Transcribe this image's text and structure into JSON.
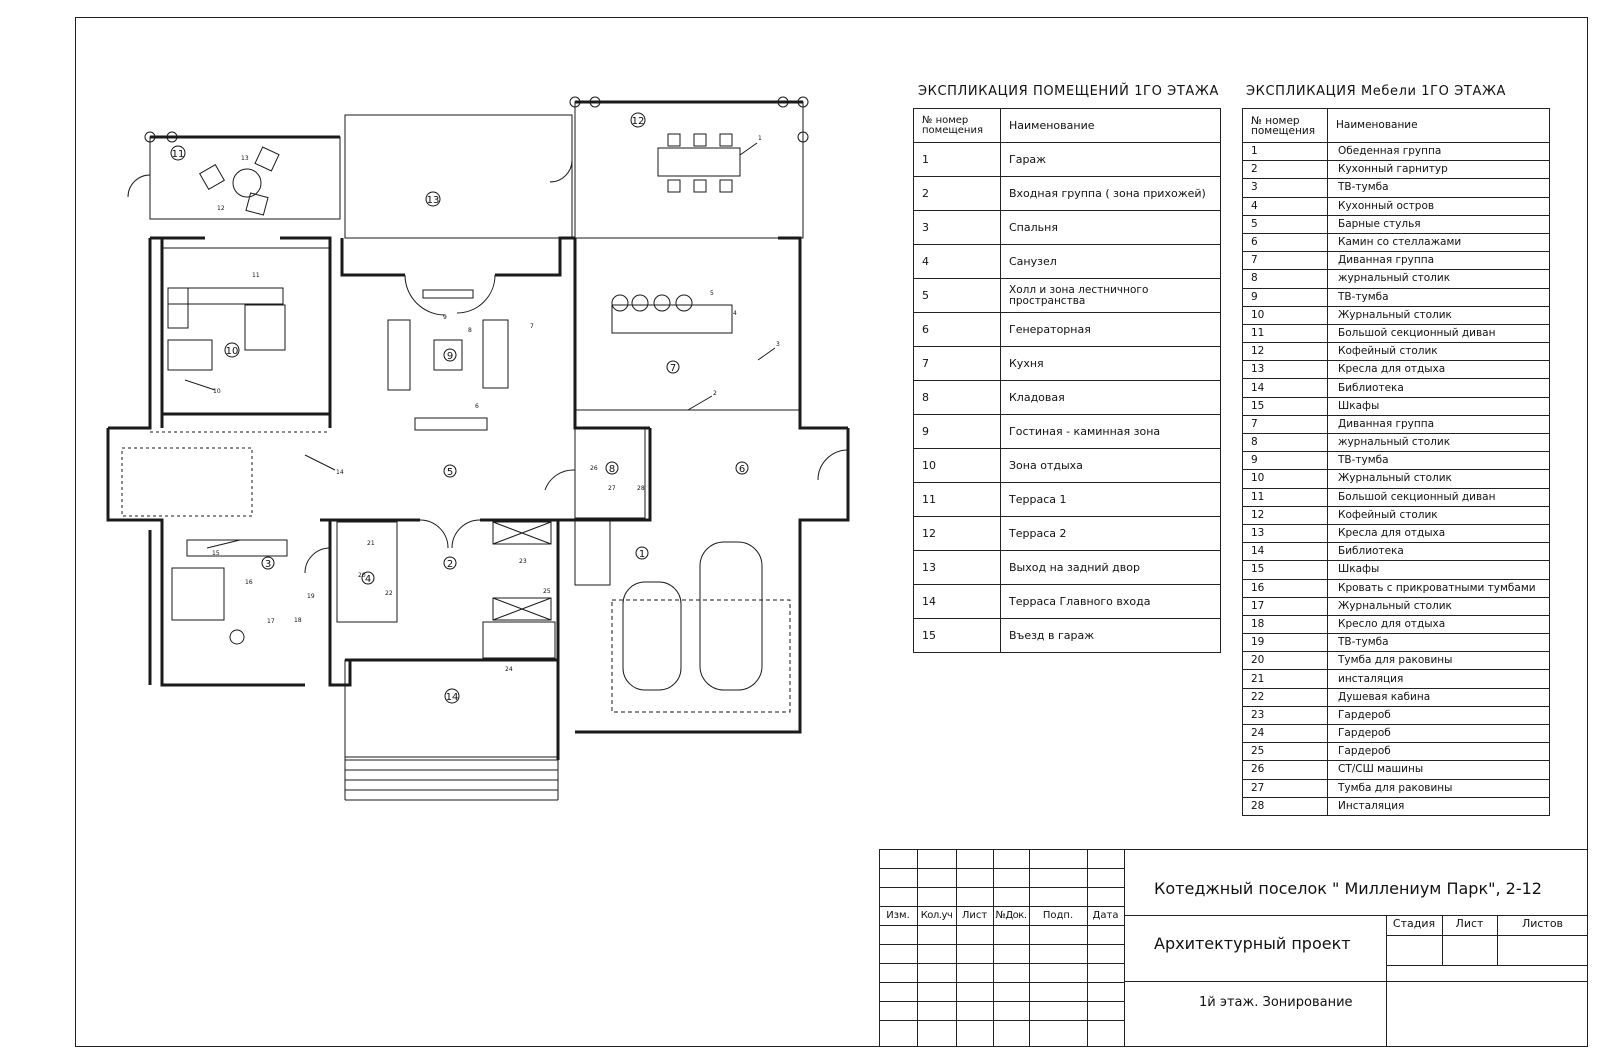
{
  "rooms_title": "ЭКСПЛИКАЦИЯ ПОМЕЩЕНИЙ 1ГО ЭТАЖА",
  "furniture_title": "ЭКСПЛИКАЦИЯ Мебели 1ГО ЭТАЖА",
  "rooms_header": {
    "number": "№ номер помещения",
    "name": "Наименование"
  },
  "rooms": [
    {
      "n": "1",
      "name": "Гараж"
    },
    {
      "n": "2",
      "name": "Входная группа ( зона прихожей)"
    },
    {
      "n": "3",
      "name": "Спальня"
    },
    {
      "n": "4",
      "name": "Санузел"
    },
    {
      "n": "5",
      "name": "Холл и зона лестничного пространства"
    },
    {
      "n": "6",
      "name": "Генераторная"
    },
    {
      "n": "7",
      "name": "Кухня"
    },
    {
      "n": "8",
      "name": "Кладовая"
    },
    {
      "n": "9",
      "name": "Гостиная - каминная зона"
    },
    {
      "n": "10",
      "name": "Зона отдыха"
    },
    {
      "n": "11",
      "name": "Терраса 1"
    },
    {
      "n": "12",
      "name": "Терраса 2"
    },
    {
      "n": "13",
      "name": "Выход на задний двор"
    },
    {
      "n": "14",
      "name": "Терраса Главного входа"
    },
    {
      "n": "15",
      "name": "Въезд в гараж"
    }
  ],
  "furniture_header": {
    "number": "№ номер помещения",
    "name": "Наименование"
  },
  "furniture": [
    {
      "n": "1",
      "name": "Обеденная группа"
    },
    {
      "n": "2",
      "name": "Кухонный гарнитур"
    },
    {
      "n": "3",
      "name": "ТВ-тумба"
    },
    {
      "n": "4",
      "name": "Кухонный остров"
    },
    {
      "n": "5",
      "name": "Барные стулья"
    },
    {
      "n": "6",
      "name": "Камин со стеллажами"
    },
    {
      "n": "7",
      "name": "Диванная группа"
    },
    {
      "n": "8",
      "name": "журнальный столик"
    },
    {
      "n": "9",
      "name": "ТВ-тумба"
    },
    {
      "n": "10",
      "name": "Журнальный столик"
    },
    {
      "n": "11",
      "name": "Большой секционный диван"
    },
    {
      "n": "12",
      "name": "Кофейный столик"
    },
    {
      "n": "13",
      "name": "Кресла для отдыха"
    },
    {
      "n": "14",
      "name": "Библиотека"
    },
    {
      "n": "15",
      "name": "Шкафы"
    },
    {
      "n": "7",
      "name": "Диванная группа"
    },
    {
      "n": "8",
      "name": "журнальный столик"
    },
    {
      "n": "9",
      "name": "ТВ-тумба"
    },
    {
      "n": "10",
      "name": "Журнальный столик"
    },
    {
      "n": "11",
      "name": "Большой секционный диван"
    },
    {
      "n": "12",
      "name": "Кофейный столик"
    },
    {
      "n": "13",
      "name": "Кресла для отдыха"
    },
    {
      "n": "14",
      "name": "Библиотека"
    },
    {
      "n": "15",
      "name": "Шкафы"
    },
    {
      "n": "16",
      "name": "Кровать с прикроватными тумбами"
    },
    {
      "n": "17",
      "name": "Журнальный столик"
    },
    {
      "n": "18",
      "name": "Кресло для отдыха"
    },
    {
      "n": "19",
      "name": "ТВ-тумба"
    },
    {
      "n": "20",
      "name": "Тумба для раковины"
    },
    {
      "n": "21",
      "name": "инсталяция"
    },
    {
      "n": "22",
      "name": "Душевая кабина"
    },
    {
      "n": "23",
      "name": "Гардероб"
    },
    {
      "n": "24",
      "name": "Гардероб"
    },
    {
      "n": "25",
      "name": "Гардероб"
    },
    {
      "n": "26",
      "name": "СТ/СШ машины"
    },
    {
      "n": "27",
      "name": "Тумба для раковины"
    },
    {
      "n": "28",
      "name": "Инсталяция"
    }
  ],
  "title_block": {
    "headers": [
      "Изм.",
      "Кол.уч",
      "Лист",
      "№Док.",
      "Подп.",
      "Дата"
    ],
    "project": "Котеджный поселок \" Миллениум Парк\", 2-12",
    "type": "Архитектурный проект",
    "sheet": "1й этаж. Зонирование",
    "stage_headers": [
      "Стадия",
      "Лист",
      "Листов"
    ]
  },
  "plan_labels": {
    "rooms": [
      "1",
      "2",
      "3",
      "4",
      "5",
      "6",
      "7",
      "8",
      "9",
      "10",
      "11",
      "12",
      "13",
      "14"
    ],
    "furniture": [
      "1",
      "2",
      "3",
      "4",
      "5",
      "6",
      "7",
      "8",
      "9",
      "10",
      "11",
      "12",
      "13",
      "14",
      "15",
      "16",
      "17",
      "18",
      "19",
      "20",
      "21",
      "22",
      "23",
      "24",
      "25",
      "26",
      "27",
      "28"
    ]
  }
}
